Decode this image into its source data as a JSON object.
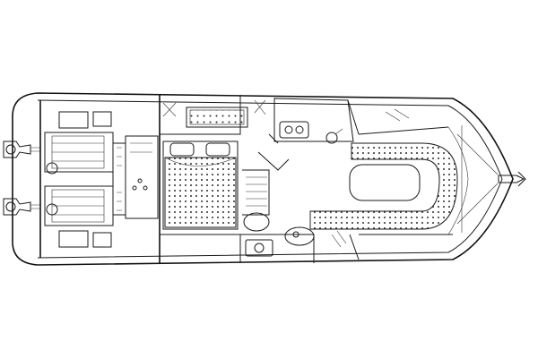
{
  "diagram": {
    "colors": {
      "line": "#1a1a1a",
      "fill": "#ffffff",
      "dots": "#2a2a2a"
    },
    "regions": [
      "hull-outline",
      "engine-bay",
      "aft-cabin-bed",
      "galley",
      "head",
      "forward-dinette",
      "bow-sundeck",
      "anchor-bowsprit",
      "outboard-drives"
    ]
  }
}
